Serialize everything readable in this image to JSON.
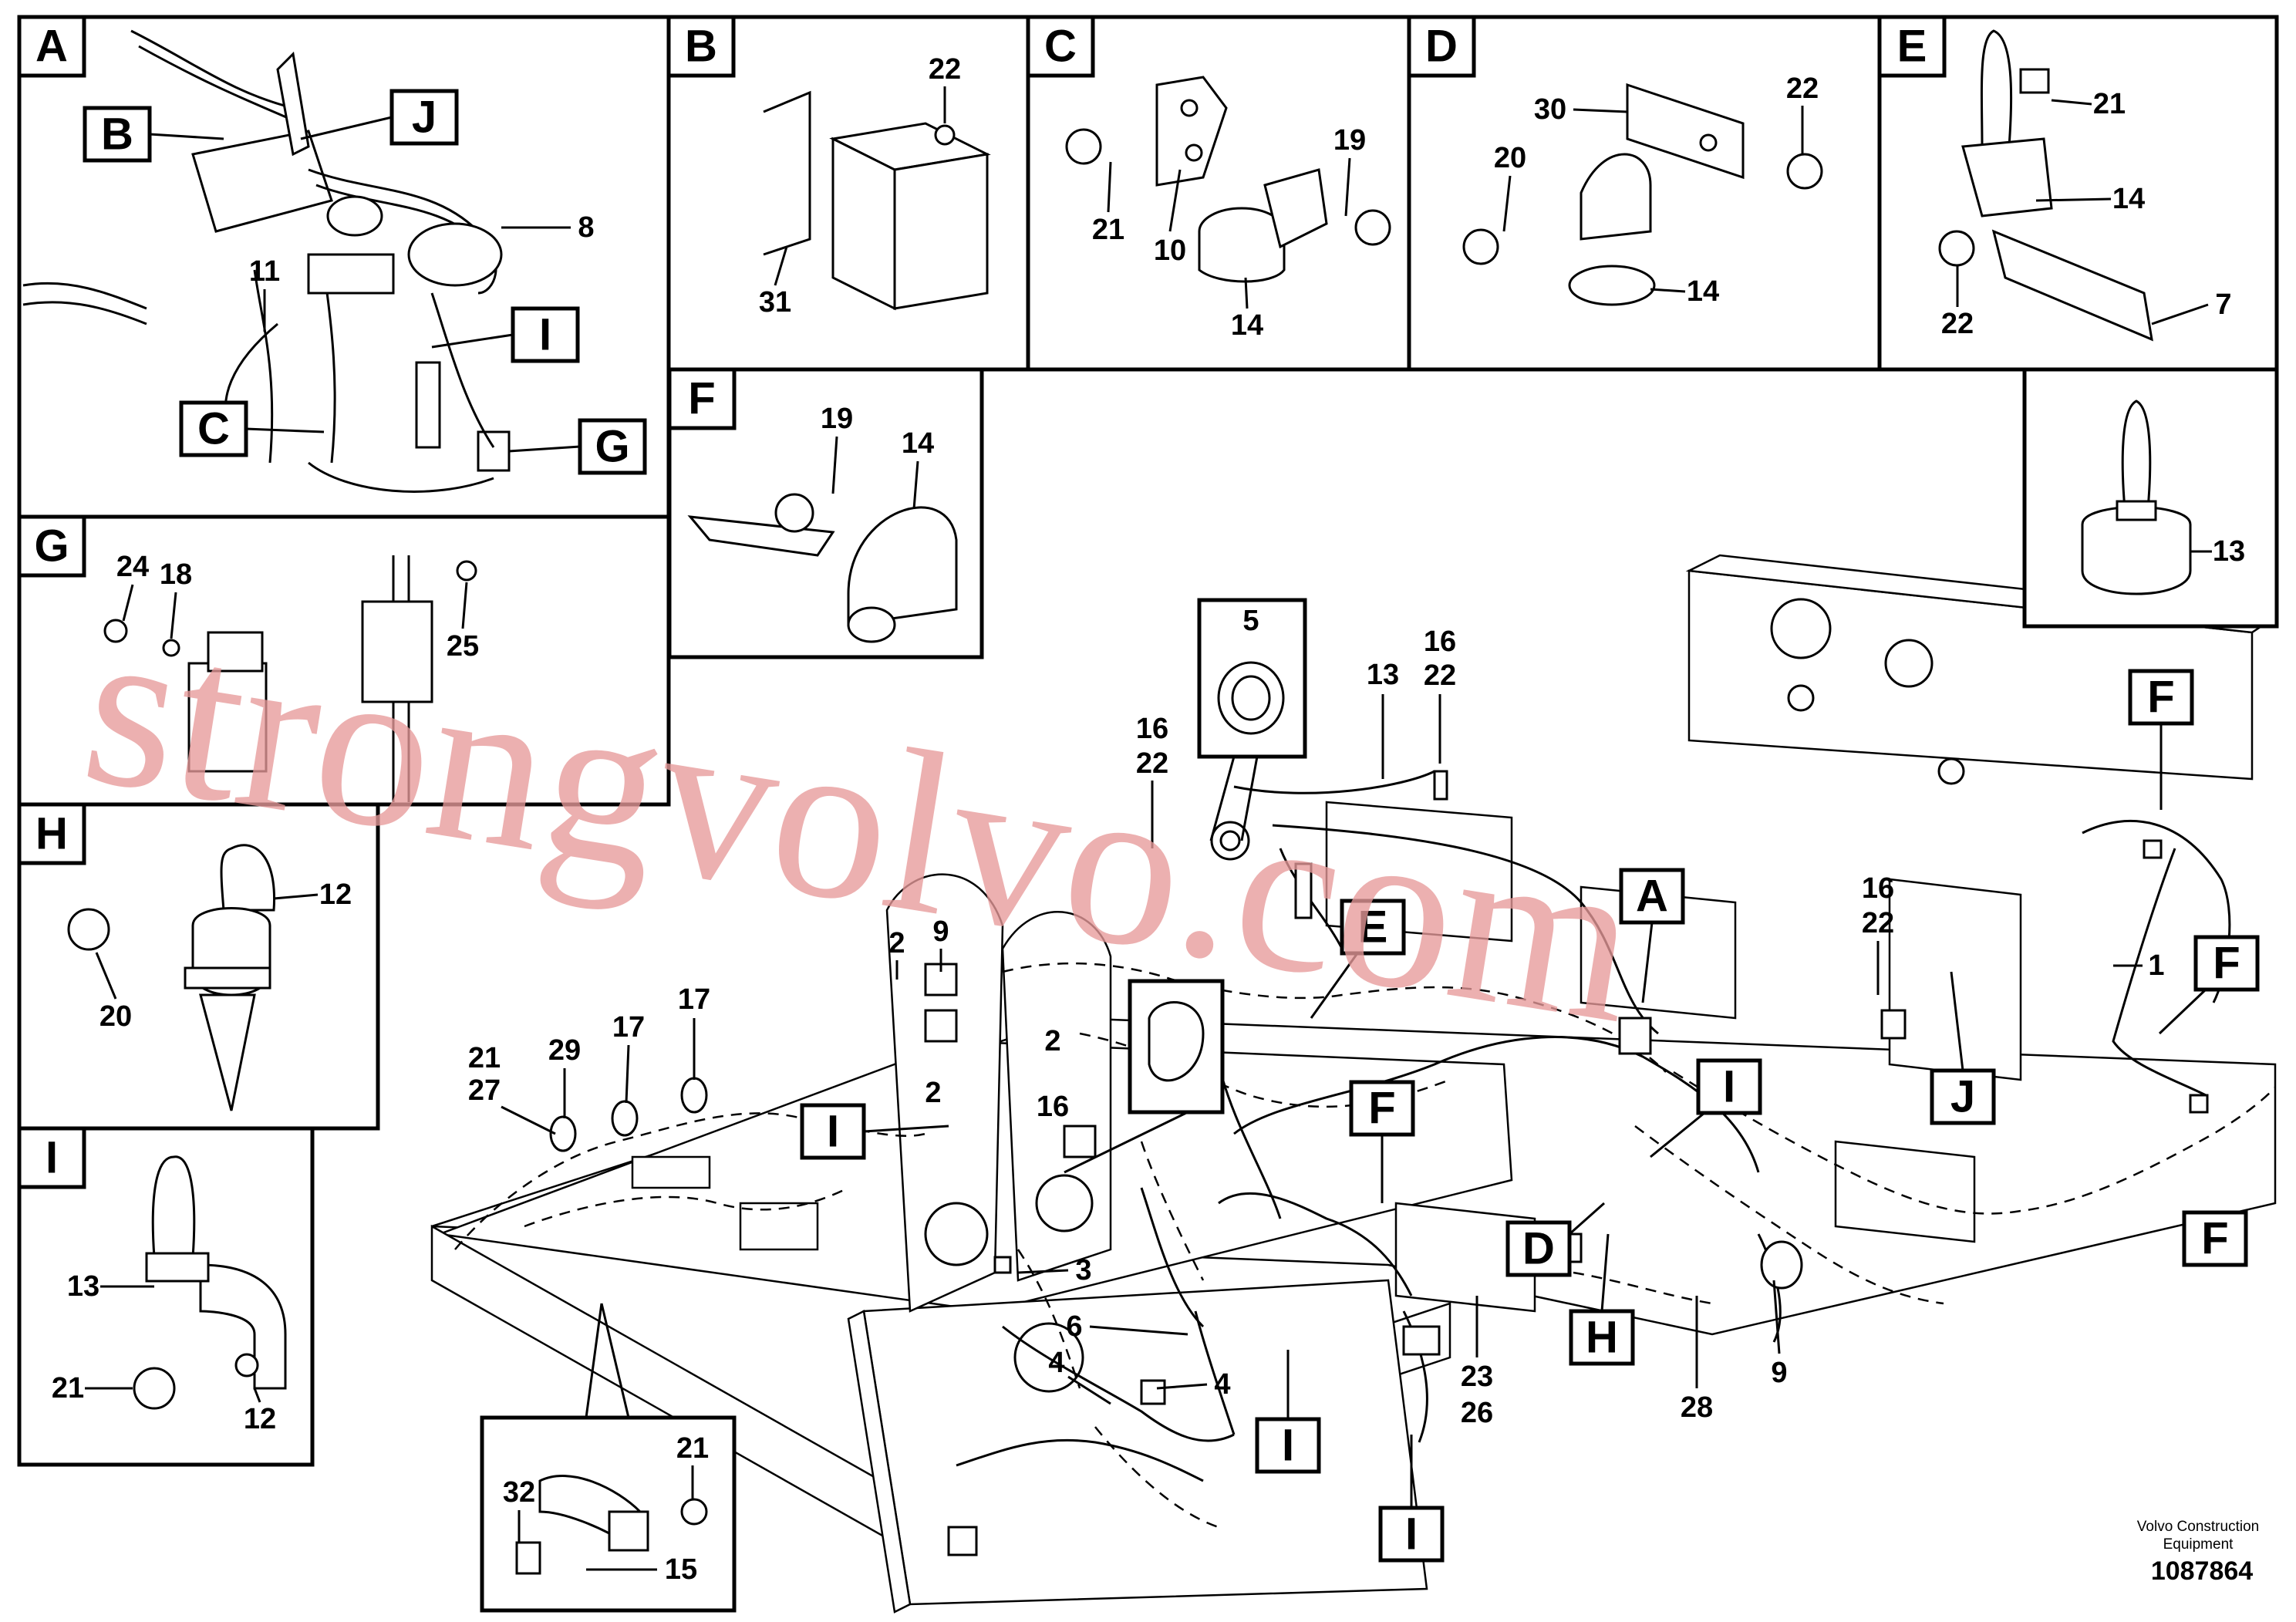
{
  "panels": [
    {
      "letter": "A",
      "numbers": [
        "8",
        "11"
      ],
      "tags": [
        "B",
        "J",
        "I",
        "C",
        "G"
      ]
    },
    {
      "letter": "B",
      "numbers": [
        "22",
        "31"
      ]
    },
    {
      "letter": "C",
      "numbers": [
        "19",
        "21",
        "10",
        "14"
      ]
    },
    {
      "letter": "D",
      "numbers": [
        "30",
        "22",
        "20",
        "14"
      ]
    },
    {
      "letter": "E",
      "numbers": [
        "21",
        "14",
        "22",
        "7"
      ]
    },
    {
      "letter": "F",
      "numbers": [
        "19",
        "14"
      ]
    },
    {
      "letter": "",
      "numbers": [
        "13"
      ]
    },
    {
      "letter": "G",
      "numbers": [
        "24",
        "18",
        "25"
      ]
    },
    {
      "letter": "H",
      "numbers": [
        "12",
        "20"
      ]
    },
    {
      "letter": "I",
      "numbers": [
        "13",
        "21",
        "12"
      ]
    },
    {
      "letter": "",
      "numbers": [
        "21",
        "32",
        "15"
      ]
    }
  ],
  "main_view": {
    "tags": [
      "F",
      "A",
      "E",
      "F",
      "J",
      "I",
      "I",
      "F",
      "D",
      "H",
      "I",
      "I",
      "F"
    ],
    "numbers": [
      "5",
      "13",
      "16",
      "22",
      "16",
      "22",
      "16",
      "22",
      "1",
      "9",
      "2",
      "2",
      "16",
      "21",
      "27",
      "29",
      "17",
      "17",
      "3",
      "6",
      "4",
      "4",
      "23",
      "26",
      "28",
      "9"
    ]
  },
  "watermark": "strongvolvo.com",
  "credit": {
    "line1": "Volvo Construction",
    "line2": "Equipment"
  },
  "drawing_number": "1087864"
}
